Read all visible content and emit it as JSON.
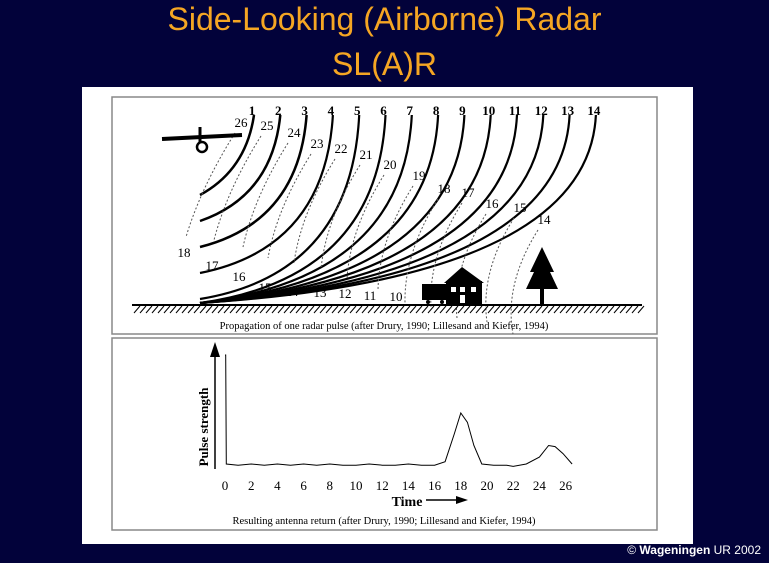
{
  "slide": {
    "title_line1": "Side-Looking (Airborne) Radar",
    "title_line2": "SL(A)R",
    "footer": {
      "copyright_symbol": "©",
      "brand": "Wageningen",
      "rest": "UR 2002"
    }
  },
  "top_panel": {
    "outgoing_wavefront_labels": [
      "1",
      "2",
      "3",
      "4",
      "5",
      "6",
      "7",
      "8",
      "9",
      "10",
      "11",
      "12",
      "13",
      "14"
    ],
    "return_wavefront_labels": [
      "26",
      "25",
      "24",
      "23",
      "22",
      "21",
      "20",
      "19",
      "18",
      "17",
      "16",
      "15",
      "14"
    ],
    "left_side_labels": [
      "18",
      "17",
      "16",
      "15",
      "14",
      "13",
      "12",
      "11",
      "10"
    ],
    "caption": "Propagation of one radar pulse (after Drury, 1990; Lillesand and Kiefer, 1994)"
  },
  "bottom_panel": {
    "y_axis_label": "Pulse strength",
    "x_axis_label": "Time",
    "x_ticks": [
      "0",
      "2",
      "4",
      "6",
      "8",
      "10",
      "12",
      "14",
      "16",
      "18",
      "20",
      "22",
      "24",
      "26"
    ],
    "caption": "Resulting antenna return (after Drury, 1990;  Lillesand and Kiefer, 1994)",
    "signal": {
      "points": [
        [
          0,
          1.0
        ],
        [
          0.05,
          1.0
        ],
        [
          0.1,
          0.06
        ],
        [
          1,
          0.05
        ],
        [
          2,
          0.06
        ],
        [
          3,
          0.05
        ],
        [
          4,
          0.06
        ],
        [
          5,
          0.05
        ],
        [
          6,
          0.06
        ],
        [
          7,
          0.05
        ],
        [
          8,
          0.06
        ],
        [
          9,
          0.05
        ],
        [
          10,
          0.05
        ],
        [
          11,
          0.06
        ],
        [
          12,
          0.05
        ],
        [
          13,
          0.05
        ],
        [
          14,
          0.06
        ],
        [
          15,
          0.05
        ],
        [
          16,
          0.05
        ],
        [
          16.8,
          0.08
        ],
        [
          17.5,
          0.32
        ],
        [
          18,
          0.5
        ],
        [
          18.5,
          0.42
        ],
        [
          19,
          0.22
        ],
        [
          19.6,
          0.06
        ],
        [
          20.5,
          0.05
        ],
        [
          21.5,
          0.05
        ],
        [
          22,
          0.04
        ],
        [
          23,
          0.06
        ],
        [
          24,
          0.12
        ],
        [
          24.7,
          0.22
        ],
        [
          25.2,
          0.21
        ],
        [
          25.8,
          0.15
        ],
        [
          26.5,
          0.06
        ]
      ]
    }
  }
}
